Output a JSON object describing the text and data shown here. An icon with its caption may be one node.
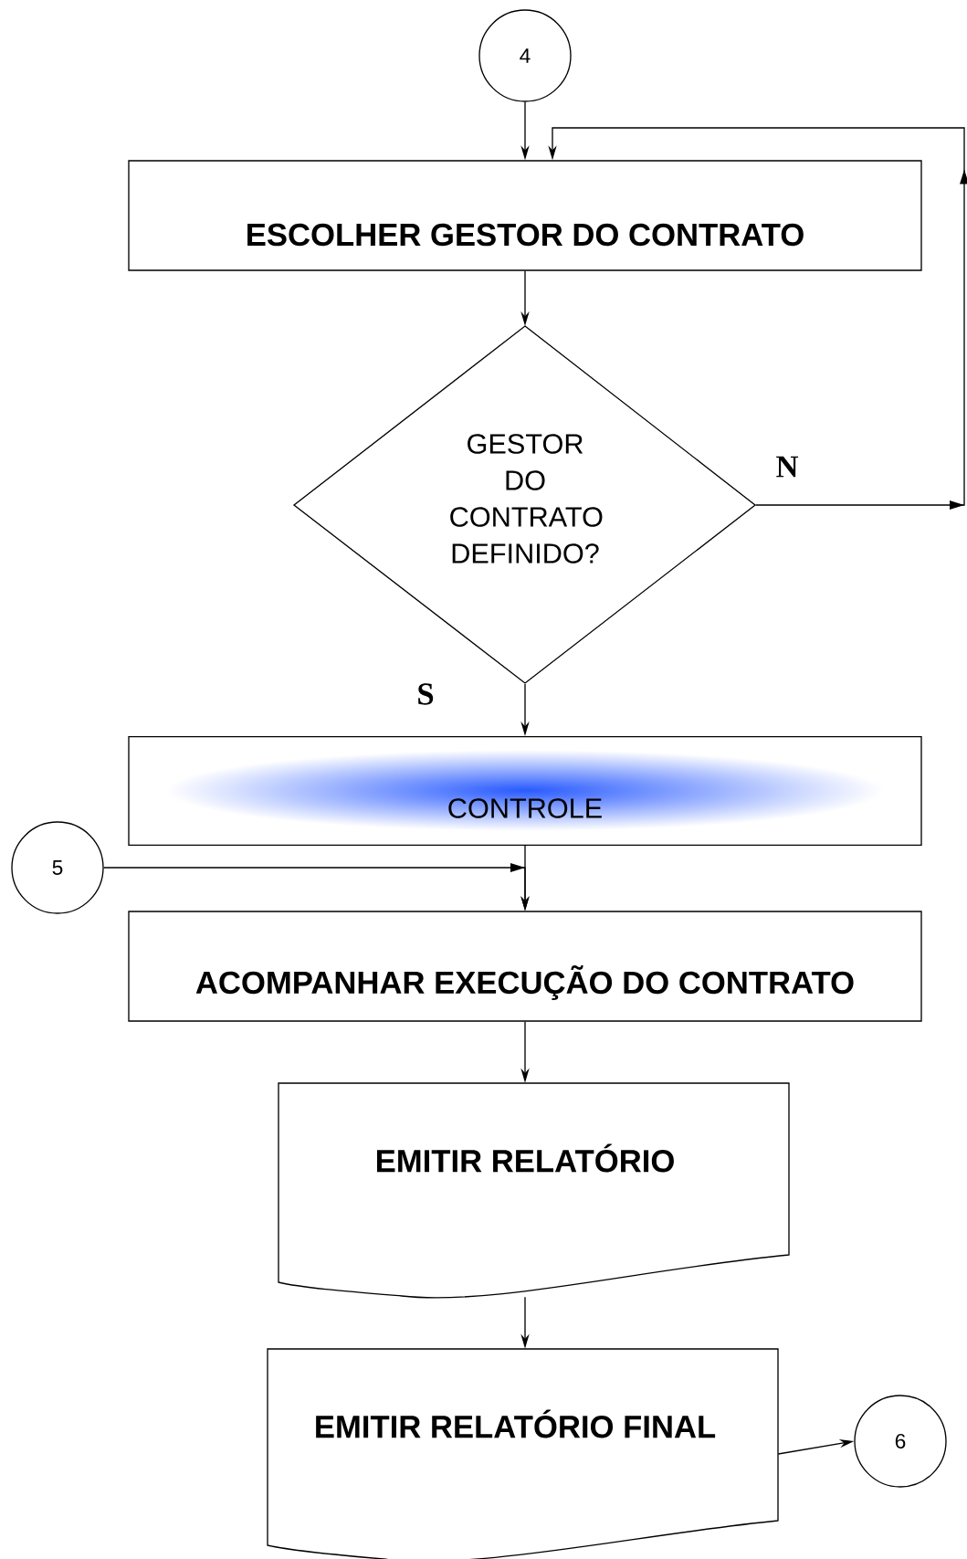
{
  "diagram": {
    "nodes": [
      {
        "text": [
          "4"
        ]
      },
      {
        "text": [
          "ESCOLHER GESTOR DO CONTRATO"
        ]
      },
      {
        "text": [
          "GESTOR DO CONTRATO DEFINIDO?"
        ]
      },
      {
        "text": [
          "CONTROLE"
        ]
      },
      {
        "text": [
          "5"
        ]
      },
      {
        "text": [
          "ACOMPANHAR  EXECUÇÃO DO CONTRATO"
        ]
      },
      {
        "text": [
          "EMITIR RELATÓRIO"
        ]
      },
      {
        "text": [
          "EMITIR RELATÓRIO FINAL"
        ]
      },
      {
        "text": [
          "6"
        ]
      }
    ],
    "edges": [
      {
        "from": 0,
        "to": 1,
        "arrow": "to"
      },
      {
        "from": 1,
        "to": 2,
        "arrow": "to"
      },
      {
        "from": 2,
        "to": 1,
        "arrow": "to",
        "label": "N"
      },
      {
        "from": 2,
        "to": 3,
        "arrow": "to",
        "label": "S"
      },
      {
        "from": 3,
        "to": 5,
        "arrow": "to"
      },
      {
        "from": 4,
        "to": 5,
        "arrow": "to"
      },
      {
        "from": 5,
        "to": 6,
        "arrow": "to"
      },
      {
        "from": 6,
        "to": 7,
        "arrow": "to"
      },
      {
        "from": 7,
        "to": 8,
        "arrow": "to"
      }
    ]
  }
}
